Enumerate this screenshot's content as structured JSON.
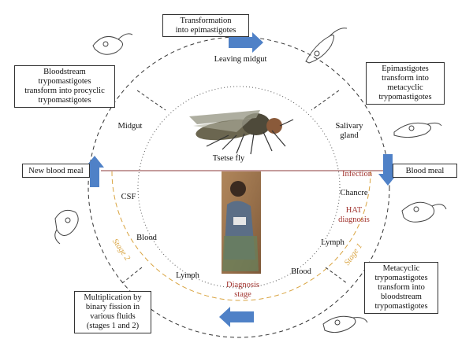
{
  "boxes": {
    "transformation": [
      "Transformation",
      "into epimastigotes"
    ],
    "bloodstream": [
      "Bloodstream",
      "trypomastigotes",
      "transform into procyclic",
      "trypomastigotes"
    ],
    "epimastigotes": [
      "Epimastigotes",
      "transform into",
      "metacyclic",
      "trypomastigotes"
    ],
    "new_blood_meal": "New blood meal",
    "blood_meal": "Blood meal",
    "metacyclic": [
      "Metacyclic",
      "trypomastigotes",
      "transform into",
      "bloodstream",
      "trypomastigotes"
    ],
    "multiplication": [
      "Multiplication by",
      "binary fission in",
      "various fluids",
      "(stages 1 and 2)"
    ]
  },
  "labels": {
    "leaving_midgut": "Leaving midgut",
    "midgut": "Midgut",
    "salivary_gland": [
      "Salivary",
      "gland"
    ],
    "tsetse_fly": "Tsetse fly",
    "infection": "Infection",
    "chancre": "Chancre",
    "hat_diagnosis": [
      "HAT",
      "diagnosis"
    ],
    "csf": "CSF",
    "blood_left": "Blood",
    "lymph_right": "Lymph",
    "lymph_left": "Lymph",
    "blood_right": "Blood",
    "diagnosis_stage": [
      "Diagnosis",
      "stage"
    ],
    "stage_1": "Stage 1",
    "stage_2": "Stage 2"
  },
  "colors": {
    "arrow": "#4f81c7",
    "red_text": "#a0322d",
    "stage_text": "#d9a441",
    "line": "#333333"
  }
}
